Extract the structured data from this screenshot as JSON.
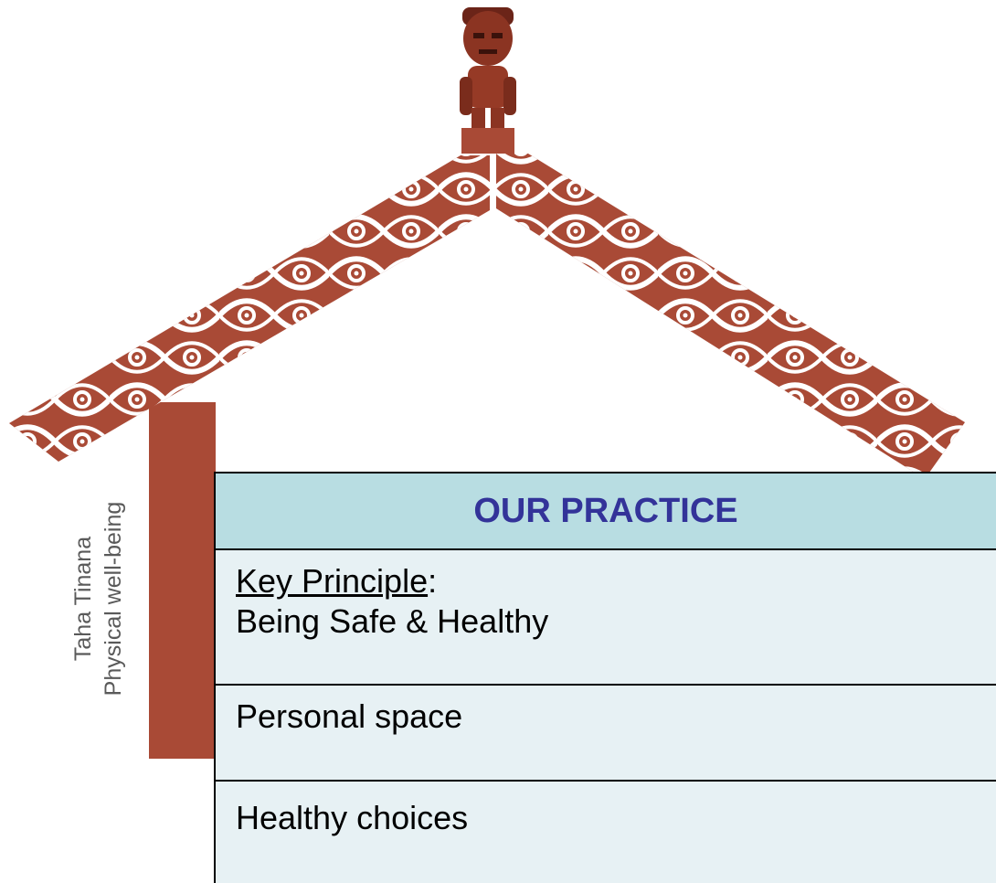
{
  "side_label": {
    "line1": "Taha Tinana",
    "line2": "Physical well-being"
  },
  "table": {
    "header": "OUR PRACTICE",
    "key_label": "Key Principle",
    "key_colon": ":",
    "key_value": "Being Safe & Healthy",
    "rows": [
      "Personal space",
      "Healthy choices"
    ]
  },
  "colors": {
    "carving": "#a94a36",
    "header_bg": "#b8dde2",
    "row_bg": "#e7f1f4",
    "header_text": "#333399"
  },
  "icons": [
    "tiki-figure-icon",
    "koru-pattern-icon"
  ]
}
